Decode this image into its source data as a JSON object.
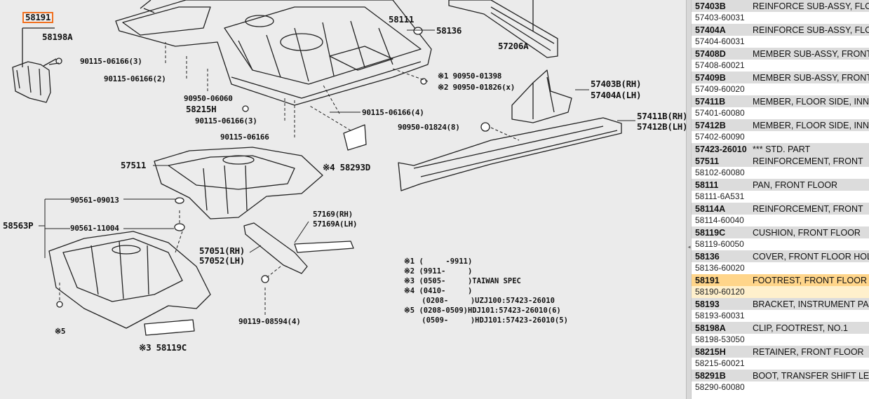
{
  "diagram": {
    "callouts": {
      "c58191": "58191",
      "c58198A": "58198A",
      "c58111": "58111",
      "c58136": "58136",
      "c57206A": "57206A",
      "c90115_3a": "90115-06166(3)",
      "c90115_2": "90115-06166(2)",
      "c90950_06060": "90950-06060",
      "c58215H": "58215H",
      "c90115_3b": "90115-06166(3)",
      "c90115_1": "90115-06166",
      "c90115_4": "90115-06166(4)",
      "c90950_01398": "※1 90950-01398",
      "c90950_01826": "※2 90950-01826(x)",
      "c57403B": "57403B(RH)",
      "c57404A": "57404A(LH)",
      "c57411B": "57411B(RH)",
      "c57412B": "57412B(LH)",
      "c90950_01824": "90950-01824(8)",
      "c57511": "57511",
      "c58293D": "※4 58293D",
      "c90561_09013": "90561-09013",
      "c58563P": "58563P",
      "c90561_11004": "90561-11004",
      "c57169": "57169(RH)",
      "c57169A": "57169A(LH)",
      "c57051": "57051(RH)",
      "c57052": "57052(LH)",
      "c90119": "90119-08594(4)",
      "c_star5": "※5",
      "c58119C": "※3 58119C"
    },
    "notes": [
      "※1 (     -9911)",
      "※2 (9911-     )",
      "※3 (0505-     )TAIWAN SPEC",
      "※4 (0410-     )",
      "    (0208-     )UZJ100:57423-26010",
      "※5 (0208-0509)HDJ101:57423-26010(6)",
      "    (0509-     )HDJ101:57423-26010(5)"
    ]
  },
  "splitter": {
    "arrow": "◂"
  },
  "parts": [
    {
      "code": "57403B",
      "name": "REINFORCE SUB-ASSY, FLOOR",
      "number": "57403-60031"
    },
    {
      "code": "57404A",
      "name": "REINFORCE SUB-ASSY, FLOOR",
      "number": "57404-60031"
    },
    {
      "code": "57408D",
      "name": "MEMBER SUB-ASSY, FRONT",
      "number": "57408-60021"
    },
    {
      "code": "57409B",
      "name": "MEMBER SUB-ASSY, FRONT",
      "number": "57409-60020"
    },
    {
      "code": "57411B",
      "name": "MEMBER, FLOOR SIDE, INNER",
      "number": "57401-60080"
    },
    {
      "code": "57412B",
      "name": "MEMBER, FLOOR SIDE, INNER",
      "number": "57402-60090"
    },
    {
      "code": "57423-26010",
      "name": "*** STD. PART",
      "number": ""
    },
    {
      "code": "57511",
      "name": "REINFORCEMENT, FRONT",
      "number": "58102-60080"
    },
    {
      "code": "58111",
      "name": "PAN, FRONT FLOOR",
      "number": "58111-6A531"
    },
    {
      "code": "58114A",
      "name": "REINFORCEMENT, FRONT",
      "number": "58114-60040"
    },
    {
      "code": "58119C",
      "name": "CUSHION, FRONT FLOOR",
      "number": "58119-60050"
    },
    {
      "code": "58136",
      "name": "COVER, FRONT FLOOR HOLE",
      "number": "58136-60020"
    },
    {
      "code": "58191",
      "name": "FOOTREST, FRONT FLOOR",
      "number": "58190-60120"
    },
    {
      "code": "58193",
      "name": "BRACKET, INSTRUMENT PANEL",
      "number": "58193-60031"
    },
    {
      "code": "58198A",
      "name": "CLIP, FOOTREST, NO.1",
      "number": "58198-53050"
    },
    {
      "code": "58215H",
      "name": "RETAINER, FRONT FLOOR",
      "number": "58215-60021"
    },
    {
      "code": "58291B",
      "name": "BOOT, TRANSFER SHIFT LEVER",
      "number": "58290-60080"
    }
  ],
  "selected_code": "58191"
}
